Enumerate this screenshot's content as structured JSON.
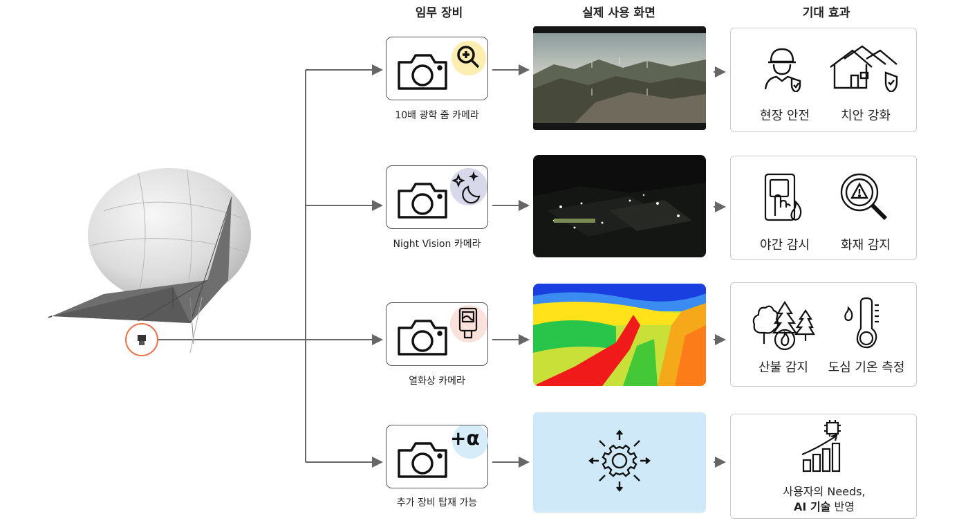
{
  "headers": {
    "equipment": "임무 장비",
    "screen": "실제 사용 화면",
    "effect": "기대 효과"
  },
  "rows": [
    {
      "caption": "10배 광학 줌 카메라",
      "badge_color": "#fbeeb0",
      "badge_icon": "zoom-in-icon",
      "effects": [
        "현장 안전",
        "치안 강화"
      ],
      "effect_icons": [
        "worker-safety-icon",
        "house-shield-icon"
      ]
    },
    {
      "caption": "Night Vision 카메라",
      "badge_color": "#d7d8ea",
      "badge_icon": "moon-stars-icon",
      "effects": [
        "야간 감시",
        "화재 감지"
      ],
      "effect_icons": [
        "touch-fire-icon",
        "warning-magnifier-icon"
      ]
    },
    {
      "caption": "열화상 카메라",
      "badge_color": "#fbe1dc",
      "badge_icon": "thermal-device-icon",
      "effects": [
        "산불 감지",
        "도심 기온 측정"
      ],
      "effect_icons": [
        "forest-fire-icon",
        "thermometer-icon"
      ]
    },
    {
      "caption": "추가 장비 탑재 가능",
      "badge_color": "#d6ecf8",
      "badge_icon": "plus-alpha-icon",
      "badge_text": "+α",
      "effects_line1": "사용자의 Needs,",
      "effects_line2_bold": "AI 기술",
      "effects_line2_rest": " 반영",
      "effect_icons": [
        "ai-growth-chart-icon"
      ]
    }
  ],
  "colors": {
    "line": "#666666",
    "camera_marker": "#e8734a",
    "extra_screen_bg": "#cfe9f8"
  }
}
